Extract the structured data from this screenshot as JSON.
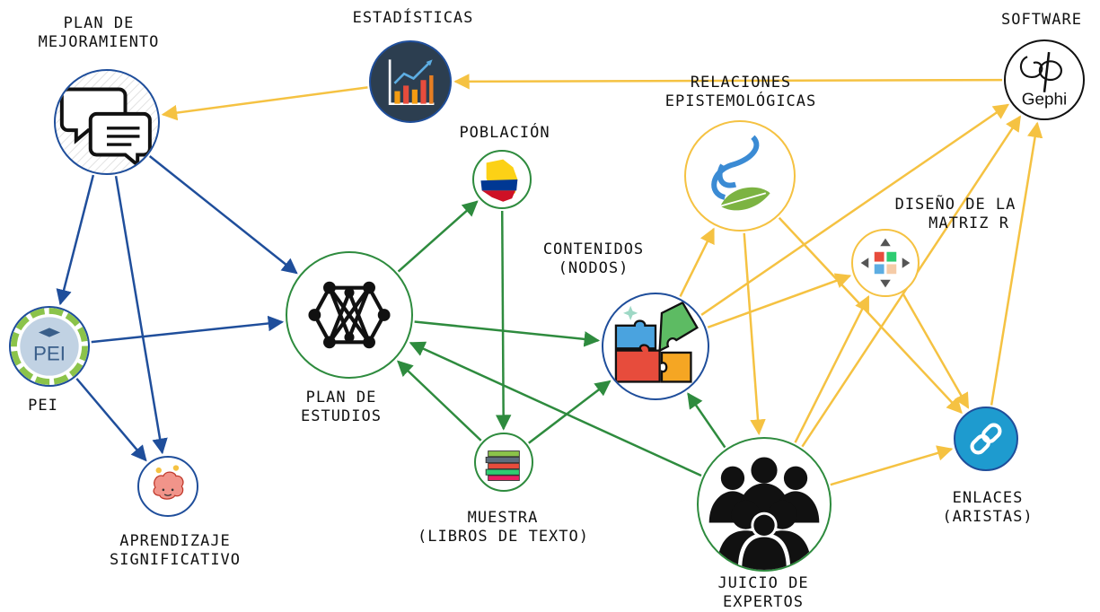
{
  "colors": {
    "blue": "#1F4E9B",
    "green": "#2E8B3E",
    "yellow": "#F5C242",
    "dark": "#2C3E50"
  },
  "nodes": {
    "plan_mejoramiento": {
      "label": [
        "PLAN DE",
        "MEJORAMIENTO"
      ],
      "icon": "chat-bubbles-icon"
    },
    "estadisticas": {
      "label": [
        "ESTADÍSTICAS"
      ],
      "icon": "bar-chart-icon"
    },
    "software": {
      "label": [
        "SOFTWARE"
      ],
      "icon": "gephi-logo-icon",
      "logo_text": "Gephi"
    },
    "relaciones": {
      "label": [
        "RELACIONES",
        "EPISTEMOLÓGICAS"
      ],
      "icon": "leaf-logo-icon"
    },
    "poblacion": {
      "label": [
        "POBLACIÓN"
      ],
      "icon": "colombia-map-icon"
    },
    "diseno_matriz": {
      "label": [
        "DISEÑO DE LA",
        "MATRIZ R"
      ],
      "icon": "matrix-arrows-icon"
    },
    "contenidos": {
      "label": [
        "CONTENIDOS",
        "(NODOS)"
      ],
      "icon": "puzzle-icon"
    },
    "pei": {
      "label": [
        "PEI"
      ],
      "icon": "pei-icon",
      "logo_text": "PEI"
    },
    "plan_estudios": {
      "label": [
        "PLAN DE",
        "ESTUDIOS"
      ],
      "icon": "network-icon"
    },
    "aprendizaje": {
      "label": [
        "APRENDIZAJE",
        "SIGNIFICATIVO"
      ],
      "icon": "brain-icon"
    },
    "muestra": {
      "label": [
        "MUESTRA",
        "(LIBROS DE TEXTO)"
      ],
      "icon": "books-icon"
    },
    "enlaces": {
      "label": [
        "ENLACES",
        "(ARISTAS)"
      ],
      "icon": "link-icon"
    },
    "juicio": {
      "label": [
        "JUICIO DE",
        "EXPERTOS"
      ],
      "icon": "experts-silhouette-icon"
    }
  },
  "edges": [
    {
      "from": "software",
      "to": "estadisticas",
      "color": "yellow"
    },
    {
      "from": "estadisticas",
      "to": "plan_mejoramiento",
      "color": "yellow"
    },
    {
      "from": "plan_mejoramiento",
      "to": "pei",
      "color": "blue"
    },
    {
      "from": "plan_mejoramiento",
      "to": "aprendizaje",
      "color": "blue"
    },
    {
      "from": "plan_mejoramiento",
      "to": "plan_estudios",
      "color": "blue"
    },
    {
      "from": "pei",
      "to": "plan_estudios",
      "color": "blue"
    },
    {
      "from": "pei",
      "to": "aprendizaje",
      "color": "blue"
    },
    {
      "from": "plan_estudios",
      "to": "poblacion",
      "color": "green"
    },
    {
      "from": "plan_estudios",
      "to": "contenidos",
      "color": "green"
    },
    {
      "from": "poblacion",
      "to": "muestra",
      "color": "green"
    },
    {
      "from": "muestra",
      "to": "plan_estudios",
      "color": "green"
    },
    {
      "from": "muestra",
      "to": "contenidos",
      "color": "green"
    },
    {
      "from": "juicio",
      "to": "plan_estudios",
      "color": "green"
    },
    {
      "from": "juicio",
      "to": "contenidos",
      "color": "green"
    },
    {
      "from": "contenidos",
      "to": "relaciones",
      "color": "yellow"
    },
    {
      "from": "contenidos",
      "to": "software",
      "color": "yellow"
    },
    {
      "from": "contenidos",
      "to": "diseno_matriz",
      "color": "yellow"
    },
    {
      "from": "relaciones",
      "to": "juicio",
      "color": "yellow"
    },
    {
      "from": "relaciones",
      "to": "enlaces",
      "color": "yellow"
    },
    {
      "from": "juicio",
      "to": "diseno_matriz",
      "color": "yellow"
    },
    {
      "from": "juicio",
      "to": "enlaces",
      "color": "yellow"
    },
    {
      "from": "diseno_matriz",
      "to": "enlaces",
      "color": "yellow"
    },
    {
      "from": "juicio",
      "to": "software",
      "color": "yellow"
    },
    {
      "from": "enlaces",
      "to": "software",
      "color": "yellow"
    }
  ]
}
